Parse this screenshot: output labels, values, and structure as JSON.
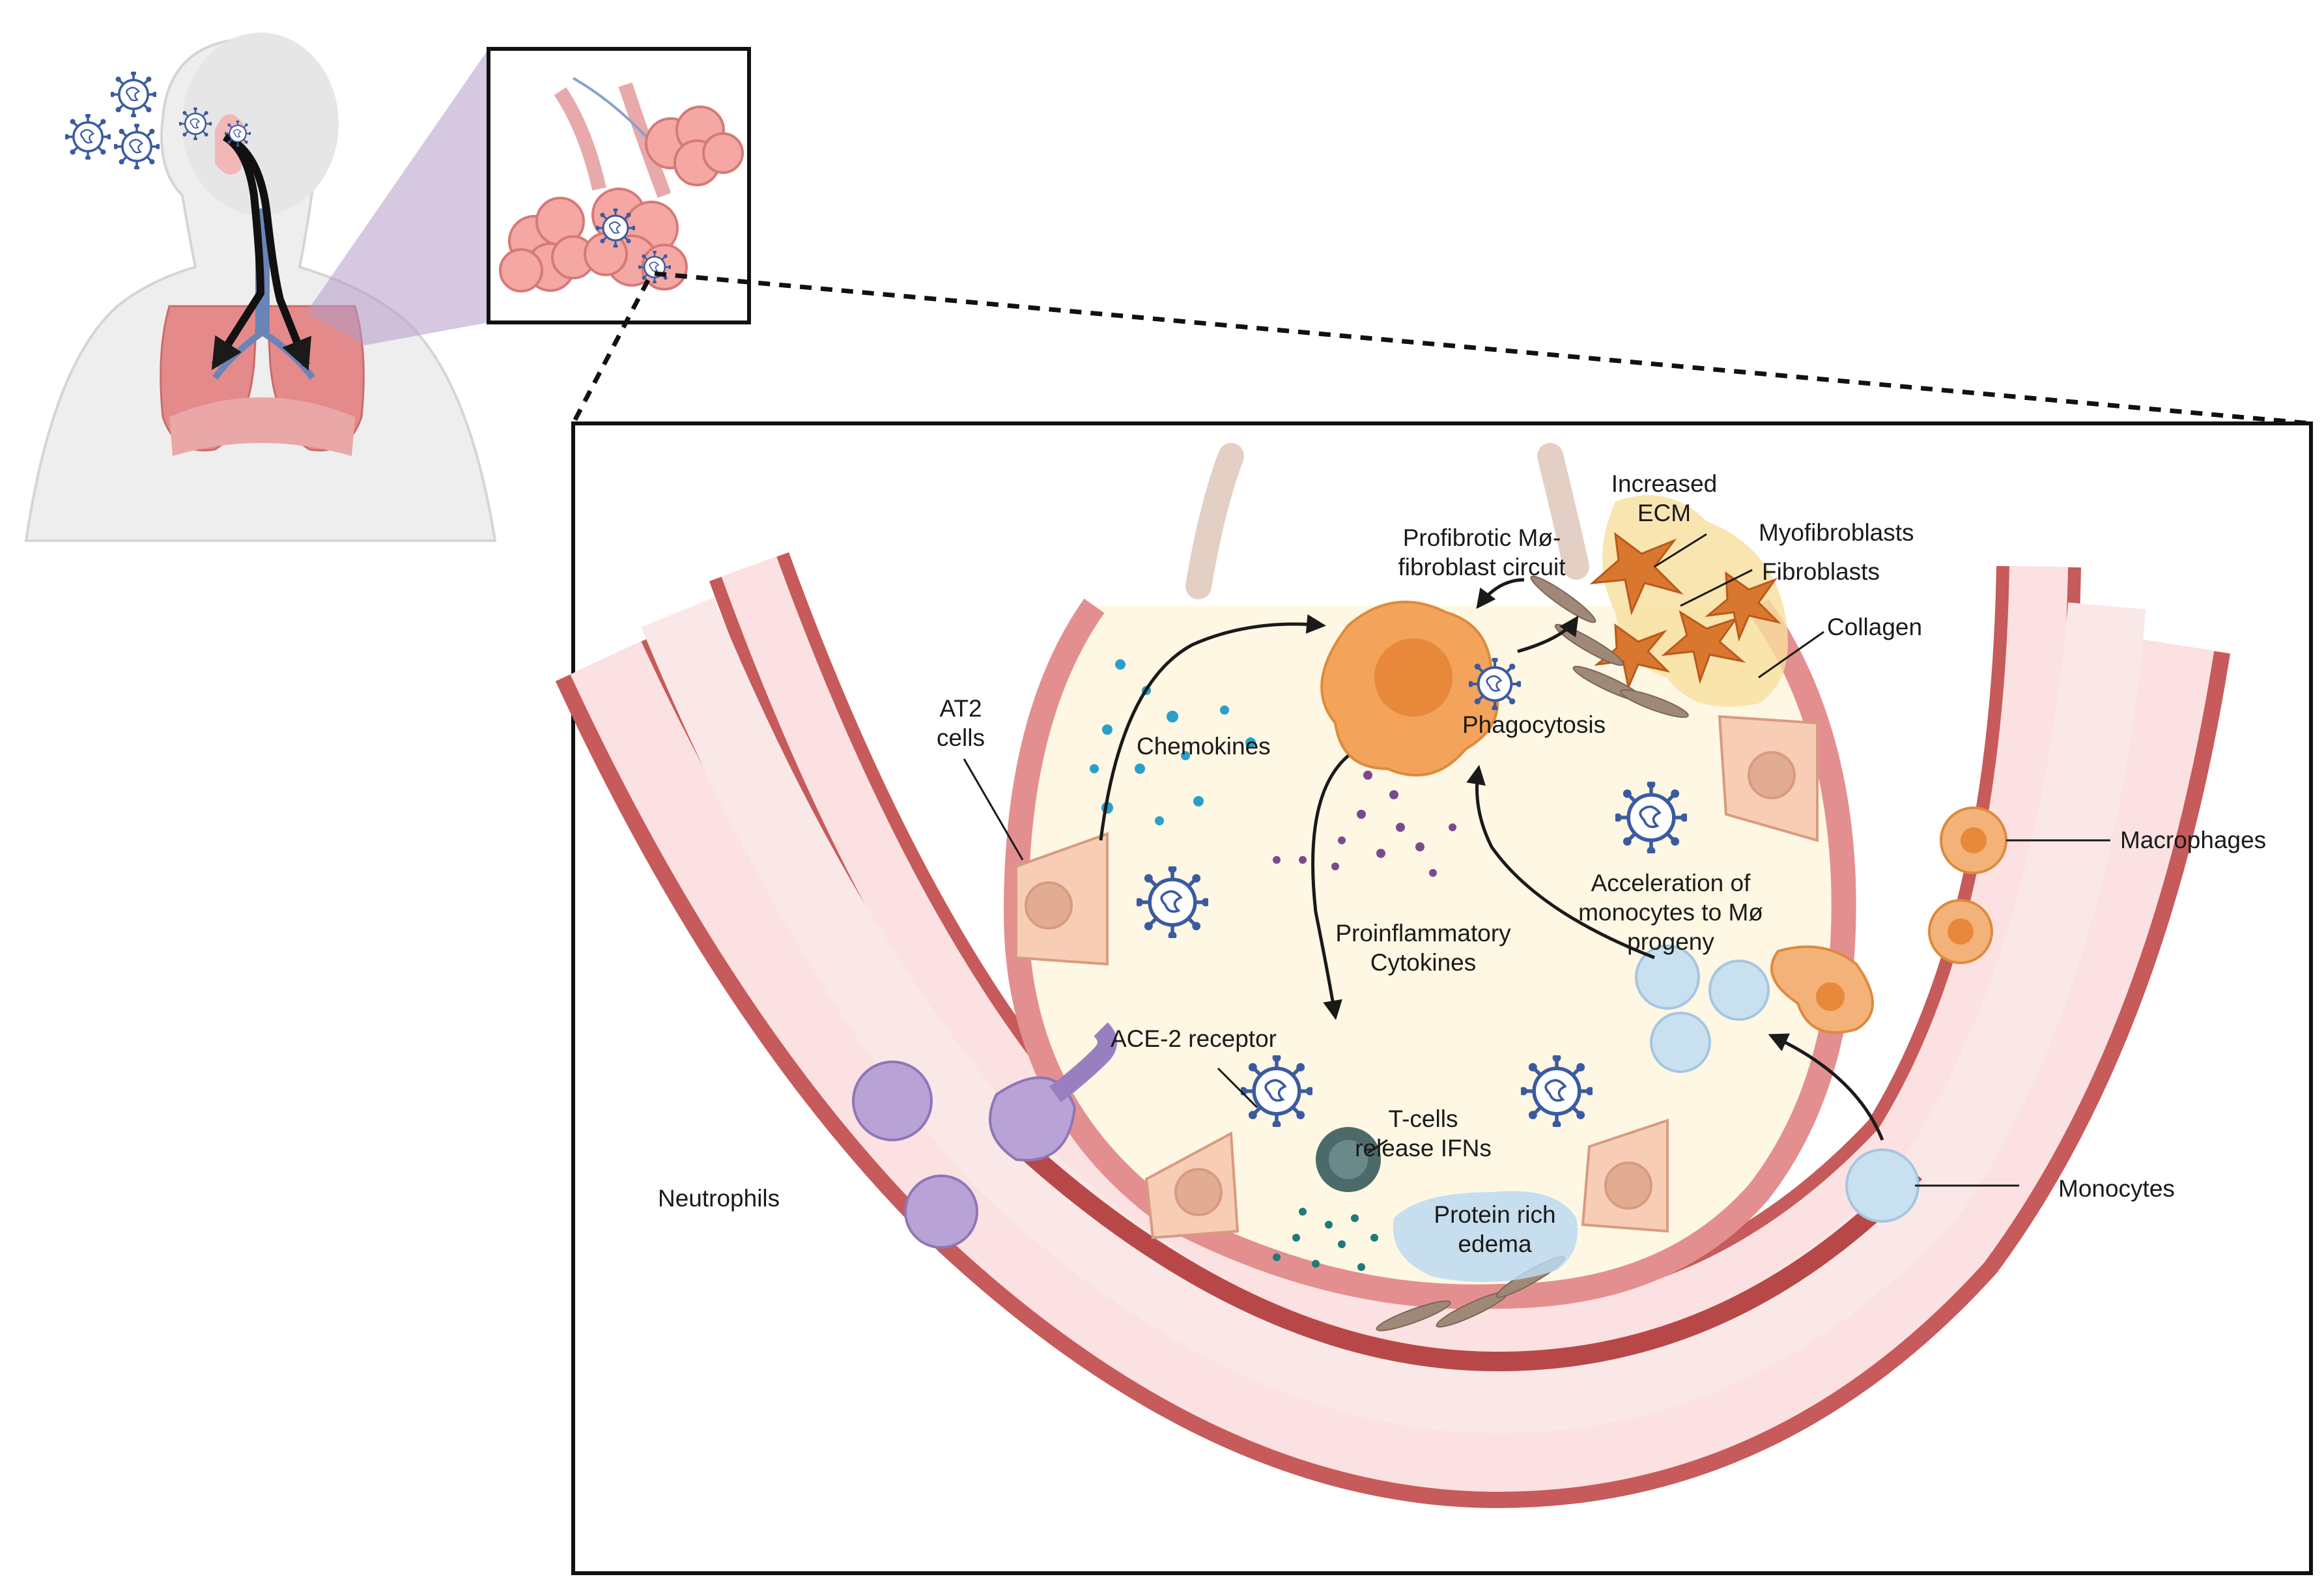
{
  "labels": {
    "increased_ecm": [
      "Increased",
      "ECM"
    ],
    "profibrotic": [
      "Profibrotic Mø-",
      "fibroblast circuit"
    ],
    "myofibroblasts": "Myofibroblasts",
    "fibroblasts": "Fibroblasts",
    "collagen": "Collagen",
    "at2_cells": [
      "AT2",
      "cells"
    ],
    "chemokines": "Chemokines",
    "phagocytosis": "Phagocytosis",
    "macrophages": "Macrophages",
    "acceleration": [
      "Acceleration of",
      "monocytes to Mø",
      "progeny"
    ],
    "proinflammatory": [
      "Proinflammatory",
      "Cytokines"
    ],
    "ace2": "ACE-2 receptor",
    "tcells": [
      "T-cells",
      "release IFNs"
    ],
    "protein_edema": [
      "Protein rich",
      "edema"
    ],
    "neutrophils": "Neutrophils",
    "monocytes": "Monocytes"
  },
  "colors": {
    "vessel_wall": "#c75a5a",
    "vessel_lumen": "#fbe1e1",
    "alveolus_fill": "#fdf7e3",
    "virus": "#3b5aa0",
    "macrophage": "#f3a35a",
    "neutrophil": "#9a7fc0",
    "monocyte": "#c9e0f0",
    "fibroblast": "#d9772f",
    "chemokine_dot": "#2aa0c8",
    "cytokine_dot": "#7a4a8e",
    "ifn_dot": "#1f7a7a"
  },
  "icons": [
    "virus-icon",
    "human-body-icon",
    "lung-icon",
    "alveoli-icon",
    "macrophage-icon",
    "monocyte-icon",
    "neutrophil-icon",
    "t-cell-icon",
    "at2-cell-icon",
    "fibroblast-icon"
  ]
}
